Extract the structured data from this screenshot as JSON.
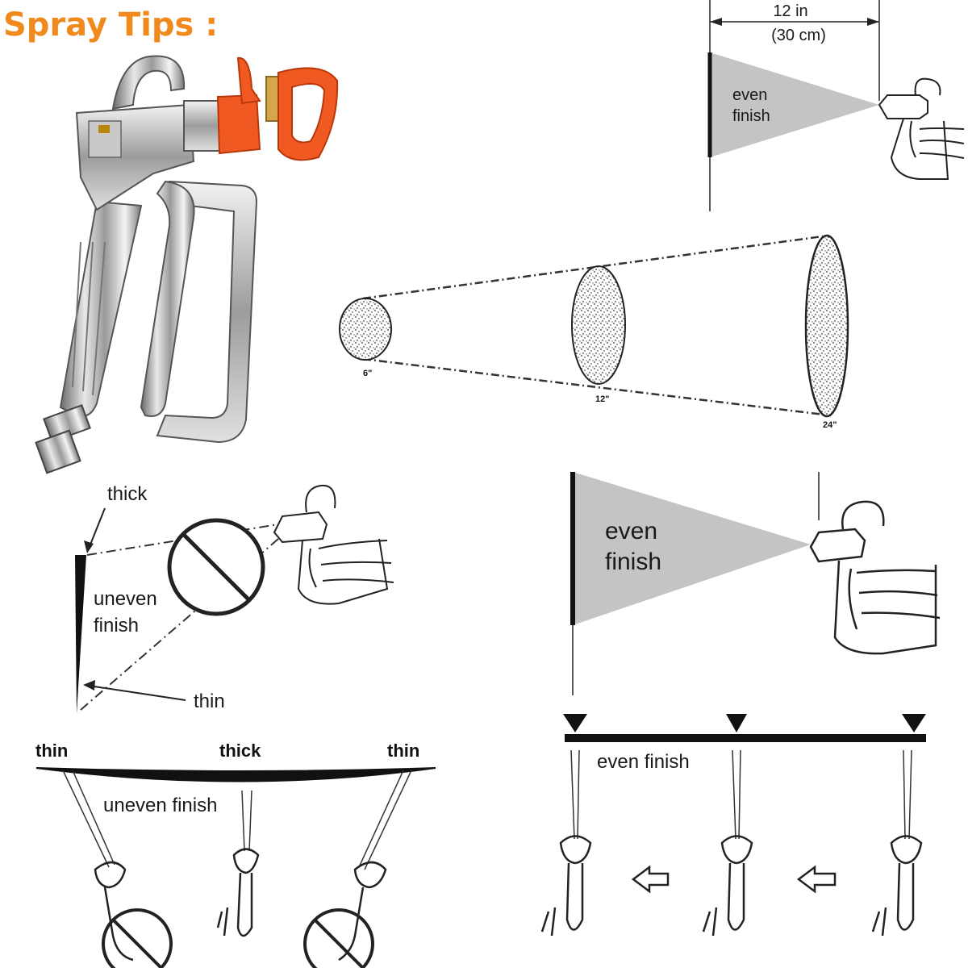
{
  "title": "Spray Tips :",
  "colors": {
    "title": "#f08a1c",
    "tip_guard": "#f05a22",
    "cone_fill": "#c4c4c4",
    "ink": "#1a1a1a"
  },
  "top_right": {
    "distance_in": "12 in",
    "distance_cm": "(30 cm)",
    "finish_line1": "even",
    "finish_line2": "finish"
  },
  "pattern": {
    "size_small": "6\"",
    "size_medium": "12\"",
    "size_large": "24\""
  },
  "left_diagram": {
    "thick": "thick",
    "uneven_line1": "uneven",
    "uneven_line2": "finish",
    "thin": "thin"
  },
  "right_diagram": {
    "finish_line1": "even",
    "finish_line2": "finish"
  },
  "bottom_left": {
    "thin_left": "thin",
    "thick_mid": "thick",
    "thin_right": "thin",
    "caption": "uneven finish"
  },
  "bottom_right": {
    "caption": "even finish"
  },
  "icons": [
    "spray-gun-photo",
    "no-symbol-icon",
    "arrow-left-icon",
    "hand-spray-gun-icon"
  ]
}
